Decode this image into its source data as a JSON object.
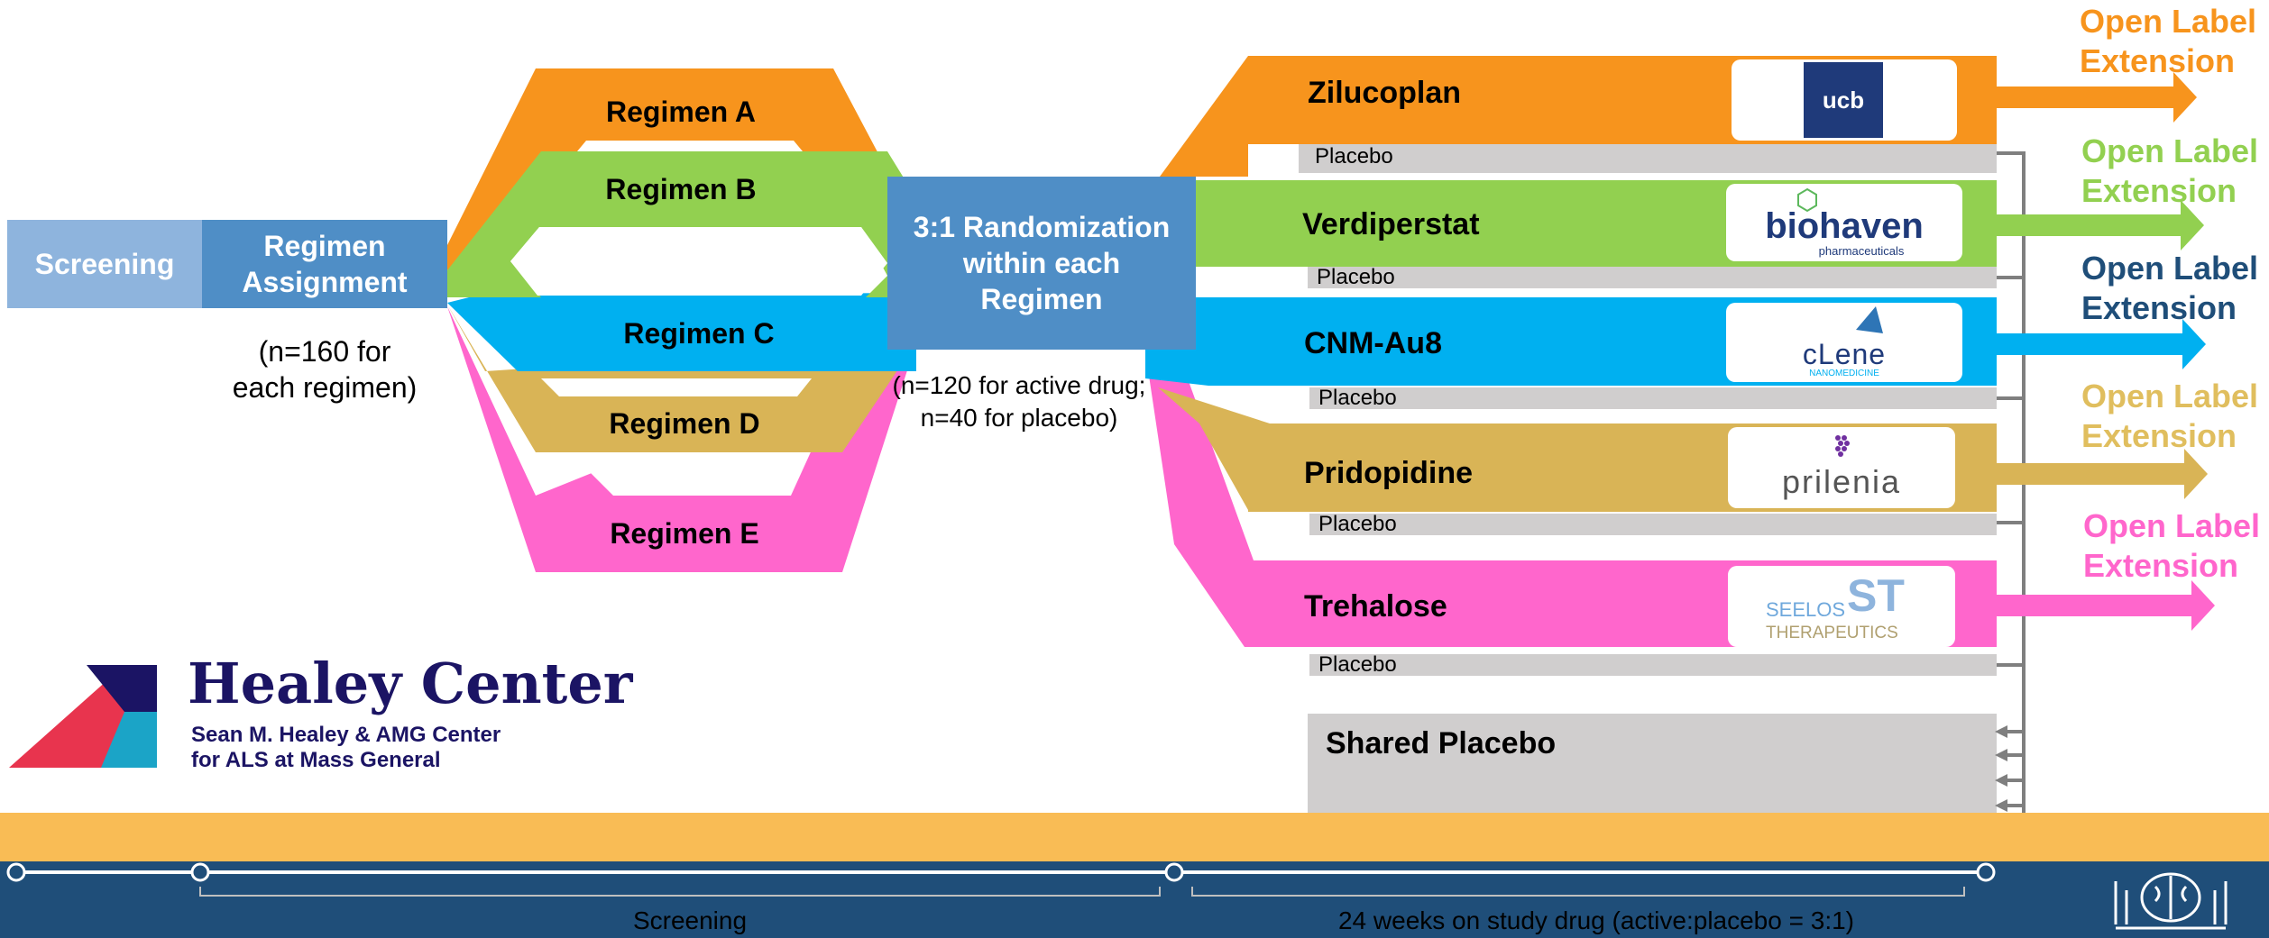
{
  "colors": {
    "orange": "#F7941D",
    "green": "#92D050",
    "blue": "#00B0F0",
    "gold": "#D9B456",
    "pink": "#FF66CC",
    "steel": "#4F8EC6",
    "light_steel": "#8EB4DD",
    "gray": "#D0CECE",
    "footer_orange": "#F9BC55",
    "footer_navy": "#1F4E79",
    "ole_orange": "#F7941D",
    "ole_green": "#92D050",
    "ole_navy": "#1F4E79",
    "ole_gold": "#E0BE5E",
    "ole_pink": "#FF66CC"
  },
  "left": {
    "screening": "Screening",
    "regimen_assignment_line1": "Regimen",
    "regimen_assignment_line2": "Assignment",
    "n_line1": "(n=160 for",
    "n_line2": "each regimen)"
  },
  "regimens": {
    "a": "Regimen A",
    "b": "Regimen B",
    "c": "Regimen C",
    "d": "Regimen D",
    "e": "Regimen E"
  },
  "randomization": {
    "line1": "3:1 Randomization",
    "line2": "within each",
    "line3": "Regimen",
    "n_line1": "(n=120 for active drug;",
    "n_line2": "n=40 for placebo)"
  },
  "drugs": [
    {
      "name": "Zilucoplan",
      "placebo": "Placebo",
      "sponsor": "ucb-logo",
      "logo_text": "ucb"
    },
    {
      "name": "Verdiperstat",
      "placebo": "Placebo",
      "sponsor": "biohaven-logo",
      "logo_text": "biohaven",
      "logo_sub": "pharmaceuticals"
    },
    {
      "name": "CNM-Au8",
      "placebo": "Placebo",
      "sponsor": "clene-logo",
      "logo_text": "cLene",
      "logo_sub": "NANOMEDICINE"
    },
    {
      "name": "Pridopidine",
      "placebo": "Placebo",
      "sponsor": "prilenia-logo",
      "logo_text": "prilenia"
    },
    {
      "name": "Trehalose",
      "placebo": "Placebo",
      "sponsor": "seelos-logo",
      "logo_text": "SEELOS",
      "logo_sub": "THERAPEUTICS",
      "logo_mark": "ST"
    }
  ],
  "shared_placebo": "Shared Placebo",
  "ole": {
    "line1": "Open Label",
    "line2": "Extension"
  },
  "healey": {
    "title": "Healey Center",
    "sub1": "Sean M. Healey & AMG Center",
    "sub2": "for ALS at Mass General"
  },
  "timeline": {
    "screening": "Screening",
    "treatment": "24 weeks on study drug (active:placebo = 3:1)"
  }
}
